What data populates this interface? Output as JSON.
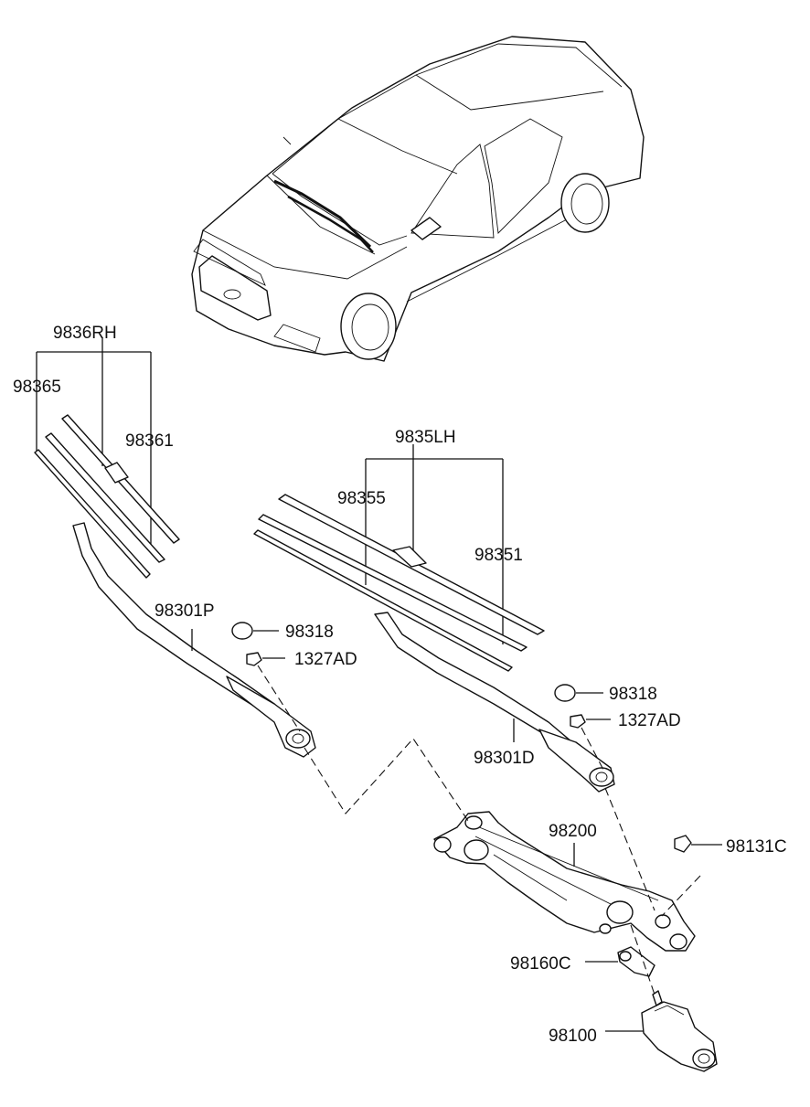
{
  "labels": {
    "rh_assembly": "9836RH",
    "rh_refill": "98365",
    "rh_blade": "98361",
    "lh_assembly": "9835LH",
    "lh_refill": "98355",
    "lh_blade": "98351",
    "rh_arm": "98301P",
    "lh_arm": "98301D",
    "cap_rh": "98318",
    "nut_rh": "1327AD",
    "cap_lh": "98318",
    "nut_lh": "1327AD",
    "linkage": "98200",
    "bolt": "98131C",
    "bracket": "98160C",
    "motor": "98100"
  }
}
